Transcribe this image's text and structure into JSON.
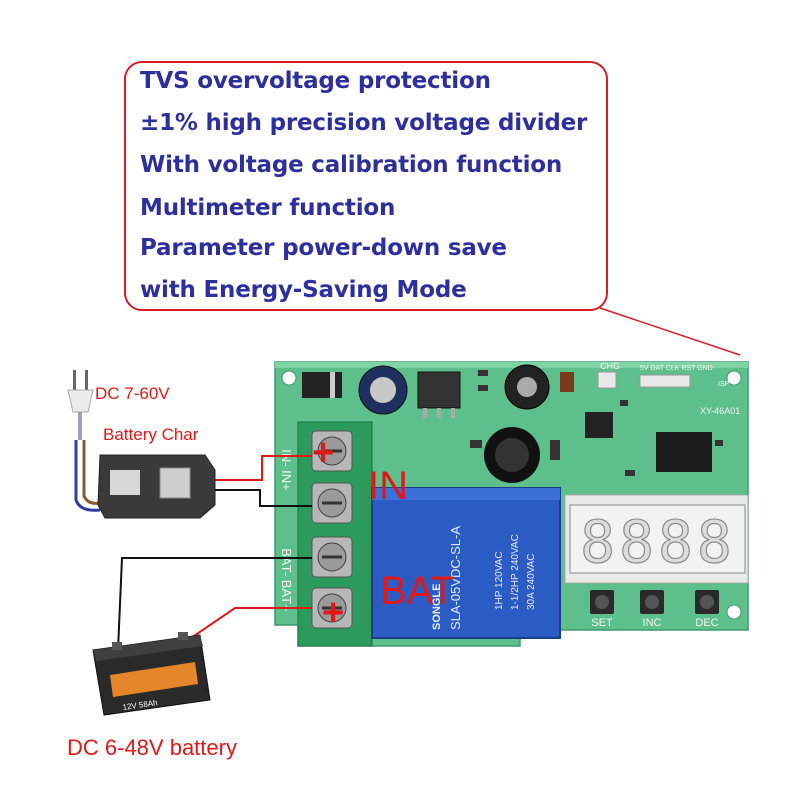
{
  "features": [
    "TVS overvoltage protection",
    "±1% high precision voltage divider",
    "With voltage calibration function",
    "Multimeter function",
    "Parameter power-down save",
    "with Energy-Saving Mode"
  ],
  "charger": {
    "voltage": "DC 7-60V",
    "name": "Battery Char"
  },
  "battery": {
    "label": "DC 6-48V battery",
    "badge": "12V 58Ah"
  },
  "terminals": {
    "in": "IN",
    "bat": "BAT",
    "plus": "+",
    "side_top": "IN- IN+",
    "side_bottom": "BAT- BAT+"
  },
  "relay": {
    "brand": "SONGLE",
    "model": "SLA-05VDC-SL-A",
    "ratings": [
      "1HP 120VAC",
      "1-1/2HP 240VAC",
      "30A 240VAC"
    ]
  },
  "display": {
    "digits": "8888"
  },
  "buttons": [
    "SET",
    "INC",
    "DEC"
  ],
  "board": {
    "code": "XY-46A01",
    "header_pins": "5V DAT CLK RST GND",
    "chg": "CHG",
    "isp": "ISP"
  },
  "colors": {
    "text_blue": "#2d2f9c",
    "callout_red": "#d21f2a",
    "board_green": "#5cbf8c",
    "wire_red": "#e01818"
  }
}
